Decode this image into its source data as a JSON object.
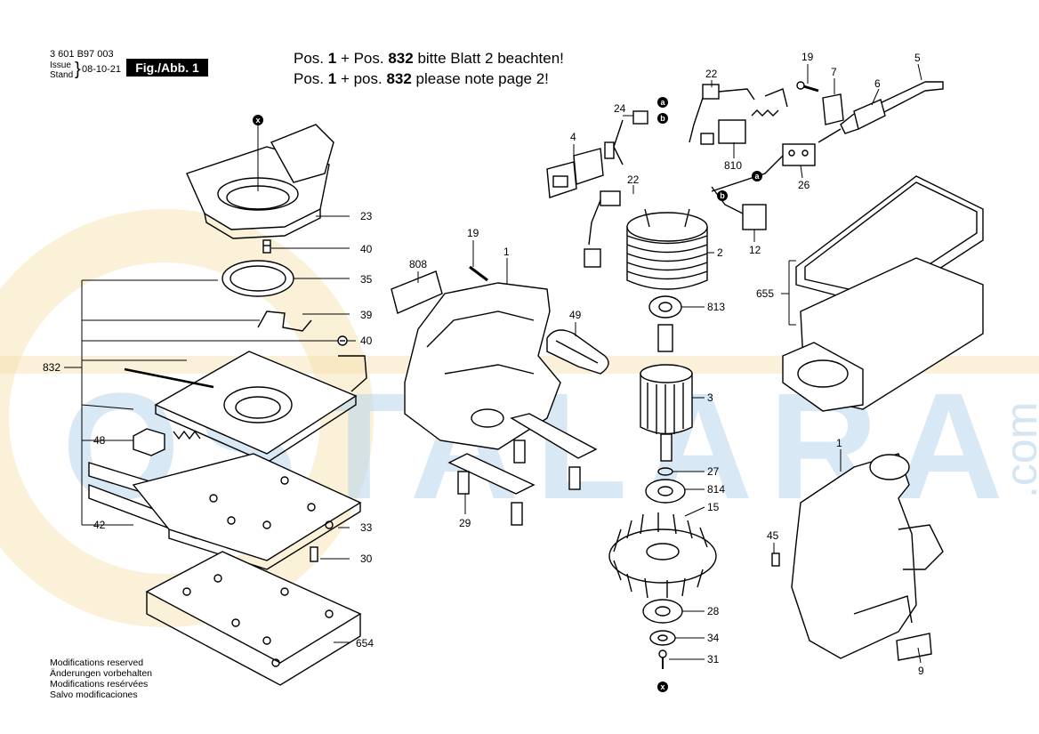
{
  "header": {
    "doc_number": "3 601 B97 003",
    "issue_label": "Issue",
    "stand_label": "Stand",
    "date": "08-10-21",
    "figure_label": "Fig./Abb. 1"
  },
  "notes": {
    "line1": {
      "a": "Pos. ",
      "b": "1",
      "c": " + Pos. ",
      "d": "832",
      "e": " bitte Blatt 2 beachten!"
    },
    "line2": {
      "a": "Pos. ",
      "b": "1",
      "c": " + pos. ",
      "d": "832",
      "e": " please note page 2!"
    }
  },
  "modifications": [
    "Modifications reserved",
    "Änderungen vorbehalten",
    "Modifications resérvées",
    "Salvo modificaciones"
  ],
  "watermark": {
    "text": "OSTALARA",
    "suffix": ".com"
  },
  "part_labels": {
    "p23": "23",
    "p40a": "40",
    "p35": "35",
    "p39": "39",
    "p40b": "40",
    "p832": "832",
    "p48": "48",
    "p42": "42",
    "p33": "33",
    "p30": "30",
    "p654": "654",
    "p808": "808",
    "p19a": "19",
    "p1a": "1",
    "p49": "49",
    "p29": "29",
    "p4": "4",
    "p24": "24",
    "p22a": "22",
    "p22b": "22",
    "p810": "810",
    "p2": "2",
    "p813": "813",
    "p3": "3",
    "p27": "27",
    "p814": "814",
    "p15": "15",
    "p28": "28",
    "p34": "34",
    "p31": "31",
    "p19b": "19",
    "p7": "7",
    "p5": "5",
    "p6": "6",
    "p26": "26",
    "p12": "12",
    "p655": "655",
    "p1b": "1",
    "p45": "45",
    "p9": "9"
  },
  "markers": {
    "x": "x",
    "a": "a",
    "b": "b"
  }
}
